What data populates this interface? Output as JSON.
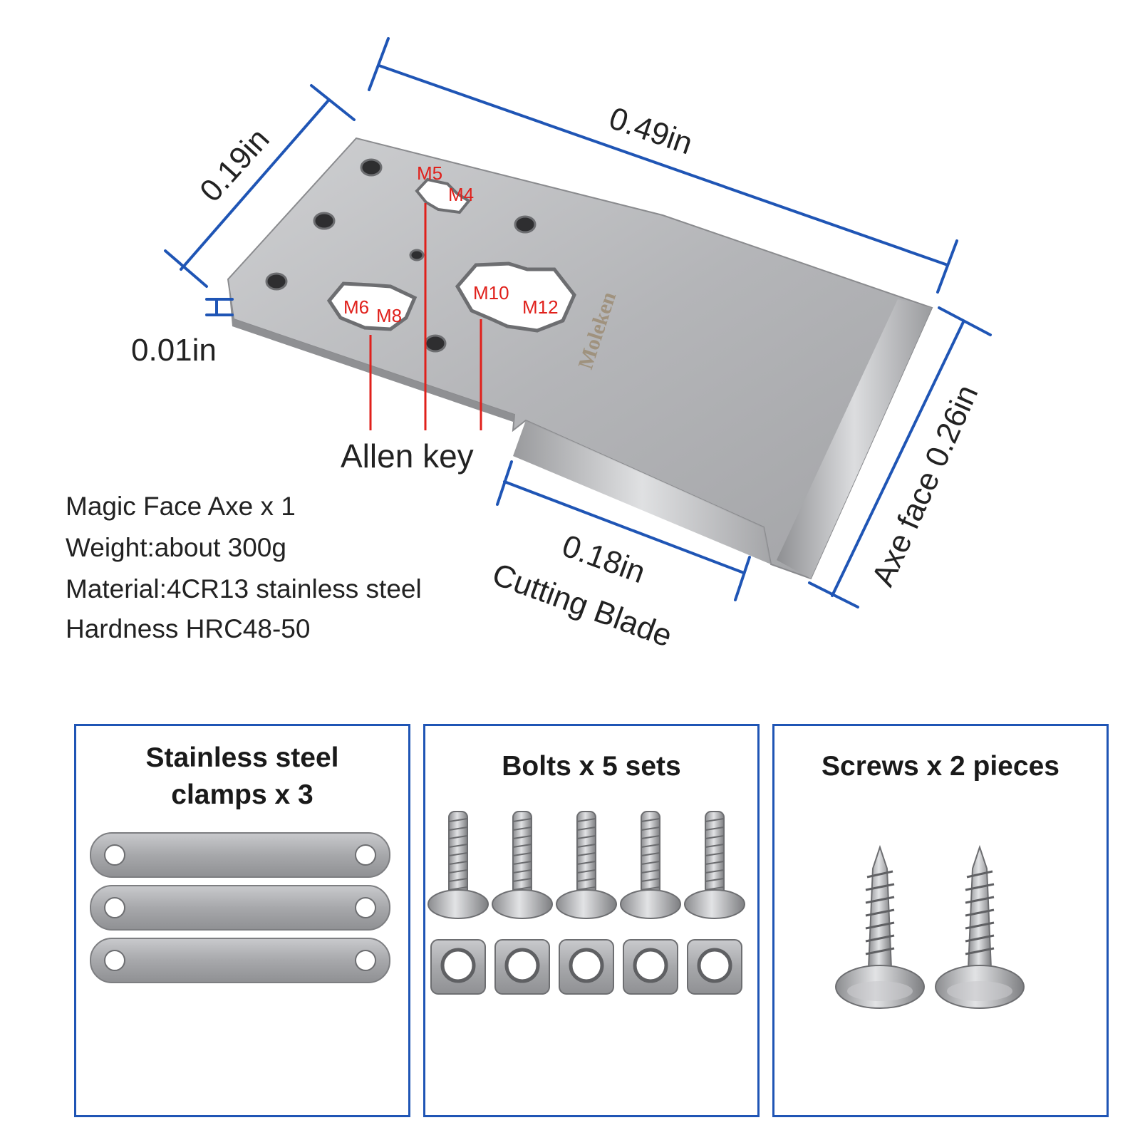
{
  "dimensions": {
    "length": "0.49in",
    "width": "0.19in",
    "thickness": "0.01in",
    "cutting_blade": "0.18in",
    "cutting_blade_label": "Cutting Blade",
    "axe_face": "Axe face 0.26in"
  },
  "hex_labels": [
    "M5",
    "M4",
    "M6",
    "M8",
    "M10",
    "M12"
  ],
  "allen_key_label": "Allen key",
  "brand_engraving": "Moleken",
  "specs": [
    "Magic Face Axe x 1",
    "Weight:about 300g",
    "Material:4CR13 stainless steel",
    "Hardness HRC48-50"
  ],
  "panels": {
    "clamps": {
      "title_line1": "Stainless steel",
      "title_line2": "clamps x 3"
    },
    "bolts": {
      "title": "Bolts x 5 sets"
    },
    "screws": {
      "title": "Screws x 2 pieces"
    }
  },
  "colors": {
    "dimension_line": "#1f55b5",
    "callout_red": "#e0201b",
    "steel": "#b9babd",
    "panel_border": "#1f55b5"
  }
}
